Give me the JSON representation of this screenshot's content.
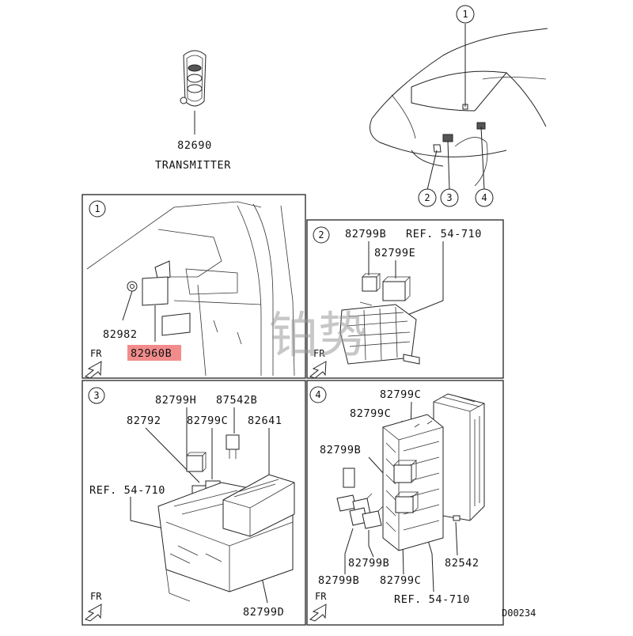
{
  "transmitter": {
    "part_no": "82690",
    "name": "TRANSMITTER"
  },
  "callouts": [
    "1",
    "2",
    "3",
    "4"
  ],
  "panel1": {
    "index": "1",
    "labels": [
      "82982",
      "82960B"
    ],
    "highlighted": "82960B",
    "highlight_color": "#f07878",
    "fr": "FR"
  },
  "panel2": {
    "index": "2",
    "labels": [
      "82799B",
      "REF. 54-710",
      "82799E"
    ],
    "fr": "FR"
  },
  "panel3": {
    "index": "3",
    "labels": [
      "82799H",
      "87542B",
      "82792",
      "82799C",
      "82641",
      "REF. 54-710",
      "82799D"
    ],
    "fr": "FR"
  },
  "panel4": {
    "index": "4",
    "labels": [
      "82799C",
      "82799C",
      "82799B",
      "82799B",
      "82799B",
      "82799C",
      "82542",
      "REF. 54-710"
    ],
    "fr": "FR"
  },
  "watermark": "铂势",
  "diagram_code": "D00234"
}
